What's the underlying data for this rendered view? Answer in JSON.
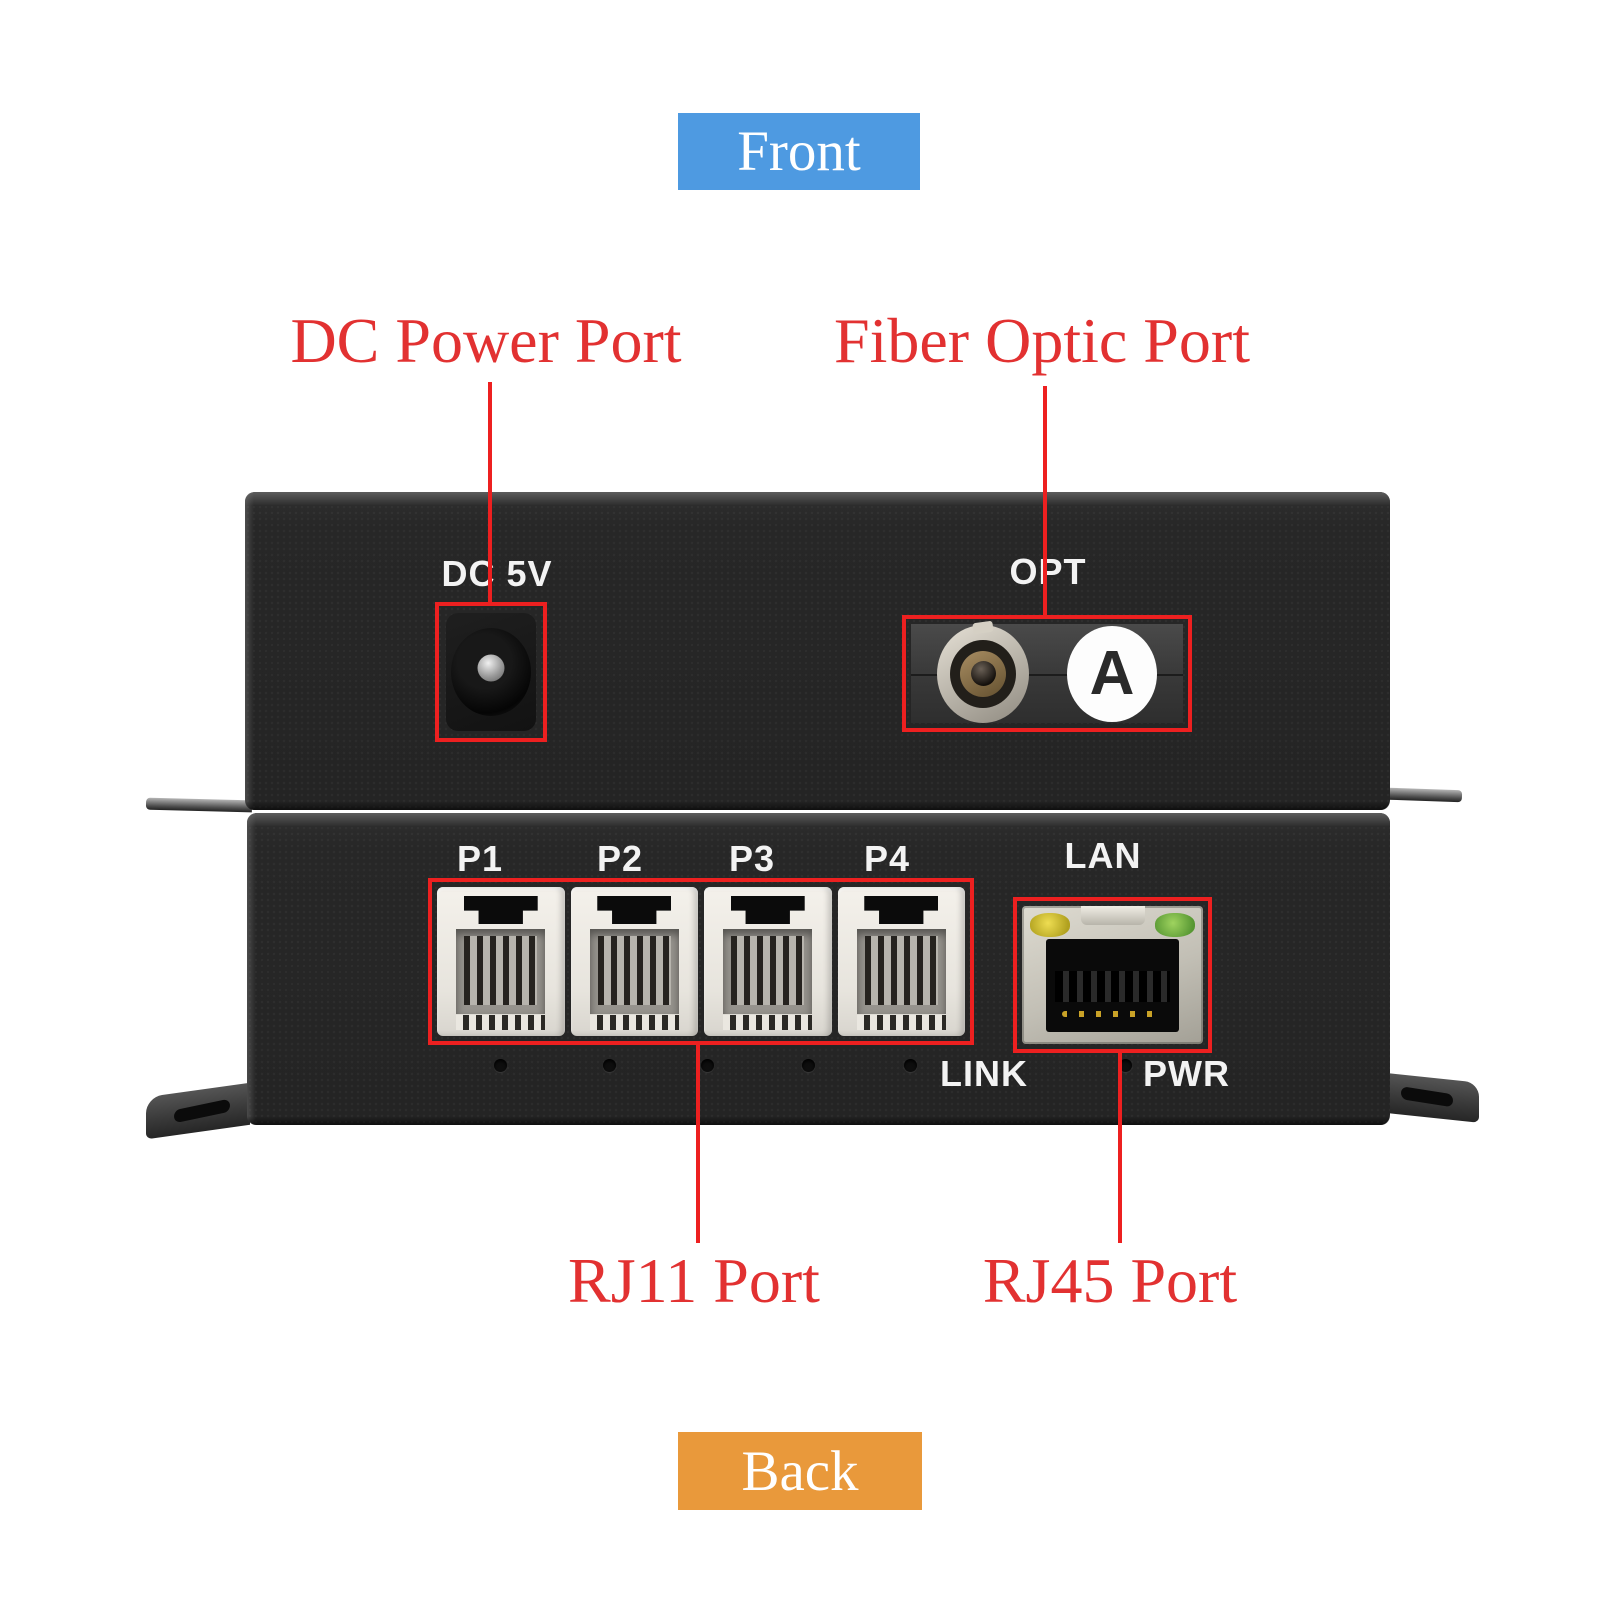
{
  "badges": {
    "front": {
      "label": "Front"
    },
    "back": {
      "label": "Back"
    }
  },
  "callouts": {
    "dc_power": {
      "label": "DC Power Port"
    },
    "fiber_optic": {
      "label": "Fiber Optic Port"
    },
    "rj11": {
      "label": "RJ11 Port"
    },
    "rj45": {
      "label": "RJ45 Port"
    }
  },
  "front_panel": {
    "dc_label": "DC 5V",
    "opt_label": "OPT",
    "fiber_marker": "A"
  },
  "back_panel": {
    "port_labels": [
      "P1",
      "P2",
      "P3",
      "P4"
    ],
    "lan_label": "LAN",
    "link_label": "LINK",
    "pwr_label": "PWR"
  },
  "colors": {
    "annotation_red": "#ed2020",
    "annotation_text_red": "#e23131",
    "front_badge_blue": "#4e9ae1",
    "back_badge_orange": "#e9993b",
    "device_black": "#262626",
    "led_yellow": "#e0cf45",
    "led_green": "#8cc455"
  }
}
